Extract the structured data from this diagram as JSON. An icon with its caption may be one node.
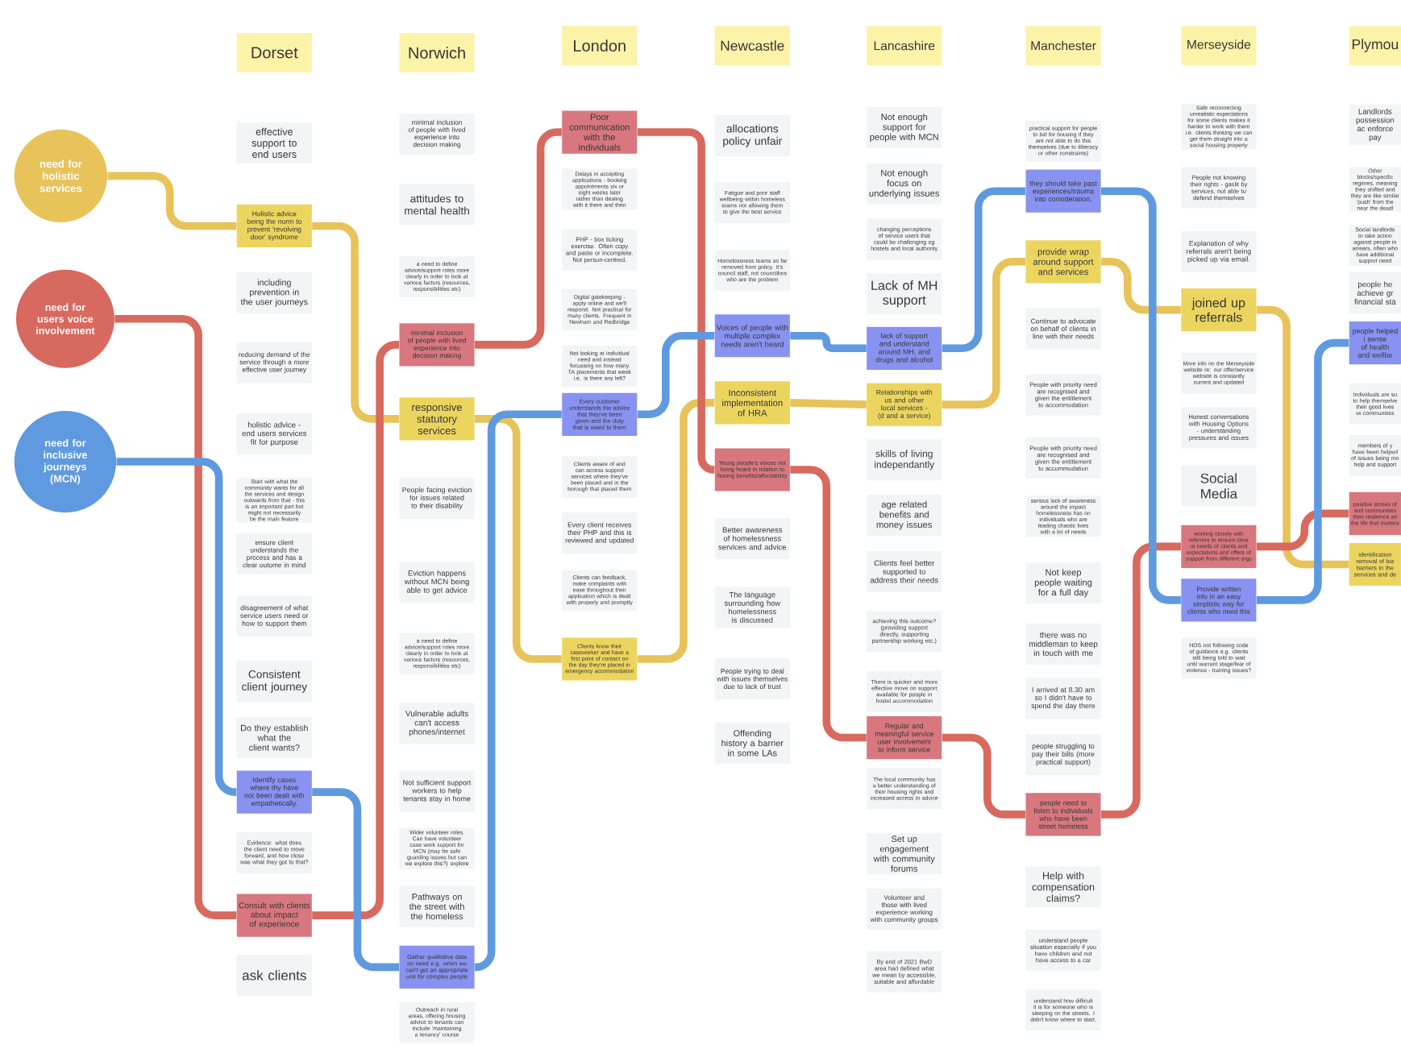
{
  "diagram": {
    "nodes": [
      {
        "text": [
          "need for holistic services"
        ]
      },
      {
        "text": [
          "need for users voice involvement"
        ]
      },
      {
        "text": [
          "need for inclusive journeys (MCN)"
        ]
      },
      {
        "text": [
          "Dorset"
        ]
      },
      {
        "text": [
          "effective support to end users"
        ]
      },
      {
        "text": [
          "Holistic advice being the norm to prevent 'revolving door' syndrome"
        ]
      },
      {
        "text": [
          "including prevention in the user journeys"
        ]
      },
      {
        "text": [
          "reducing demand of the service through a more effective user journey"
        ]
      },
      {
        "text": [
          "holistic advice - end users services fit for purpose"
        ]
      },
      {
        "text": [
          "Start with what the community wants for all the services and design outwards from that - this is an important part but might not necessarily be the main feature"
        ]
      },
      {
        "text": [
          "ensure client understands the process and has a clear outome in mind"
        ]
      },
      {
        "text": [
          "disagreement of what service users need or how to support them"
        ]
      },
      {
        "text": [
          "Consistent client journey"
        ]
      },
      {
        "text": [
          "Do they establish what the client wants?"
        ]
      },
      {
        "text": [
          "Identify cases where thy have not been dealt with empathetically."
        ]
      },
      {
        "text": [
          "Evidence: what does the client need to move forward, and how close was what they got to that?"
        ]
      },
      {
        "text": [
          "Consult with clients about impact of experience"
        ]
      },
      {
        "text": [
          "ask clients"
        ]
      },
      {
        "text": [
          "Norwich"
        ]
      },
      {
        "text": [
          "minimal inclusion of people with lived experience into decision making"
        ]
      },
      {
        "text": [
          "attitudes to mental health"
        ]
      },
      {
        "text": [
          "a need to define advice/support roles more clearly in order to look at various factors (resources, responsibilities etc)"
        ]
      },
      {
        "text": [
          "minimal inclusion of people with lived experience into decision making"
        ]
      },
      {
        "text": [
          "responsive statutory services"
        ]
      },
      {
        "text": [
          "People facing eviction for issues related to their disability"
        ]
      },
      {
        "text": [
          "Eviction happens without MCN being able to get advice"
        ]
      },
      {
        "text": [
          "a need to define advice/support roles more clearly in order to look at various factors (resources, responsibilities etc)"
        ]
      },
      {
        "text": [
          "Vulnerable adults can't access phones/internet"
        ]
      },
      {
        "text": [
          "Not sufficient support workers to help tenants stay in home"
        ]
      },
      {
        "text": [
          "Wider volunteer roles. Can have volunteer case work support for MCN (may be safe guarding issues but can we explore this?) explore"
        ]
      },
      {
        "text": [
          "Pathways on the street with the homeless"
        ]
      },
      {
        "text": [
          "Gather qualitative data on need e.g. when we can't get an appropriate unit for complex people"
        ]
      },
      {
        "text": [
          "Outreach in rural areas, offering housing advice to tenants can include 'maintaining a tenancy' course"
        ]
      },
      {
        "text": [
          "London"
        ]
      },
      {
        "text": [
          "Poor communication with the individuals"
        ]
      },
      {
        "text": [
          "Delays in accepting applications - booking appointments six or eight weeks later rather than dealing with it there and then"
        ]
      },
      {
        "text": [
          "PHP - box ticking exercise. Often copy and paste or incomplete. Not person-centred."
        ]
      },
      {
        "text": [
          "Digital gatekeeping - apply online and we'll respond. Not practical for many clients. Frequent in Newham and Redbridge"
        ]
      },
      {
        "text": [
          "Not looking at individual need and instead focussing on how many TA placements that week i.e. is there any left?"
        ]
      },
      {
        "text": [
          "Every customer understands the advice that they've been given and the duty that is owed to them"
        ]
      },
      {
        "text": [
          "Clients aware of and can access support services where they've been placed and in the borough that placed them"
        ]
      },
      {
        "text": [
          "Every client receives their PHP and this is reviewed and updated"
        ]
      },
      {
        "text": [
          "Clients can feedback, make complaints with ease throughout their application which is dealt with properly and promptly"
        ]
      },
      {
        "text": [
          "Clients know their caseworker and have a first point of contact on the day they're placed in emergency accommodation"
        ]
      },
      {
        "text": [
          "Newcastle"
        ]
      },
      {
        "text": [
          "allocations policy unfair"
        ]
      },
      {
        "text": [
          "Fatigue and poor staff wellbeing within homeless teams not allowing them to give the best service"
        ]
      },
      {
        "text": [
          "Homelessness teams so far removed from policy. It's council staff, not councillors who are the problem"
        ]
      },
      {
        "text": [
          "Voices of people with multiple complex needs aren't heard"
        ]
      },
      {
        "text": [
          "Inconsistent implementation of HRA"
        ]
      },
      {
        "text": [
          "Young people's voices not being heard in relation to husing benefits/affordability"
        ]
      },
      {
        "text": [
          "Better awareness of homelessness services and advice"
        ]
      },
      {
        "text": [
          "The language surrounding how homelessness is discussed"
        ]
      },
      {
        "text": [
          "People trying to deal with issues themselves due to lack of trust"
        ]
      },
      {
        "text": [
          "Offending history a barrier in some LAs"
        ]
      },
      {
        "text": [
          "Lancashire"
        ]
      },
      {
        "text": [
          "Not enough support for people with MCN"
        ]
      },
      {
        "text": [
          "Not enough focus on underlying issues"
        ]
      },
      {
        "text": [
          "changing perceptions of service users that could be challenging eg hostels and local authority"
        ]
      },
      {
        "text": [
          "Lack of MH support"
        ]
      },
      {
        "text": [
          "lack of support and understand around MH, and drugs and alcohol"
        ]
      },
      {
        "text": [
          "Relationships with us and other local services - (d and a service)"
        ]
      },
      {
        "text": [
          "skills of living independantly"
        ]
      },
      {
        "text": [
          "age related benefits and money issues"
        ]
      },
      {
        "text": [
          "Clients feel better supported to address their needs"
        ]
      },
      {
        "text": [
          "achieving this outcome? (providing support directly, supporting partnership working etc.)"
        ]
      },
      {
        "text": [
          "There is quicker and more effective move on support available for people in hostel accommodation"
        ]
      },
      {
        "text": [
          "Regular and meaningful service user involvement to inform service"
        ]
      },
      {
        "text": [
          "The local community has a better understanding of their housing rights and increased access to advice"
        ]
      },
      {
        "text": [
          "Set up engagement with community forums"
        ]
      },
      {
        "text": [
          "Volunteer and those with lived experience working with community groups"
        ]
      },
      {
        "text": [
          "By end of 2021 BwD area had defined what we mean by accessible, suitable and affordable"
        ]
      },
      {
        "text": [
          "Manchester"
        ]
      },
      {
        "text": [
          "practical support for people to bid for housing if they are not able to do this themselves (due to illiteracy or other constraints)"
        ]
      },
      {
        "text": [
          "they should take past experiences/trauma into consideration."
        ]
      },
      {
        "text": [
          "provide wrap around support and services"
        ]
      },
      {
        "text": [
          "Continue to advocate on behalf of clients in line with their needs"
        ]
      },
      {
        "text": [
          "People with priority need are recognised and given the entitlement to accommodation"
        ]
      },
      {
        "text": [
          "People with priority need are recognised and given the entitlement to accommodation"
        ]
      },
      {
        "text": [
          "serious lack of awareness around the impact homelessness has on individuals who are leading chaotic lives with a lot of needs"
        ]
      },
      {
        "text": [
          "Not keep people waiting for a full day"
        ]
      },
      {
        "text": [
          "there was no middleman to keep in touch with me"
        ]
      },
      {
        "text": [
          "I arrived at 8.30 am so I didn't have to spend the day there"
        ]
      },
      {
        "text": [
          "people struggling to pay their bills (more practical support)"
        ]
      },
      {
        "text": [
          "people need to listen to individuals who have been street homeless"
        ]
      },
      {
        "text": [
          "Help with compensation claims?"
        ]
      },
      {
        "text": [
          "understand people situation especially if you have children and not have access to a car"
        ]
      },
      {
        "text": [
          "understand how difficult it is for someone who is sleeping on the streets. I didn't know where to start."
        ]
      },
      {
        "text": [
          "Merseyside"
        ]
      },
      {
        "text": [
          "Safe reconnecting unrealistic expectations for some clients makes it harder to work with them i.e. clients thinking we can get them straight into a social housing property"
        ]
      },
      {
        "text": [
          "People not knowing their rights - gaslit by services, not able to defend themselves"
        ]
      },
      {
        "text": [
          "Explanation of why referrals aren't being picked up via email."
        ]
      },
      {
        "text": [
          "joined up referrals"
        ]
      },
      {
        "text": [
          "More info on the Merseyside website re: our offer/service website is constantly current and updated"
        ]
      },
      {
        "text": [
          "Honest conversations with Housing Options - understanding pressures and issues"
        ]
      },
      {
        "text": [
          "Social Media"
        ]
      },
      {
        "text": [
          "working closely with referrers to ensure clear re needs of clients and expectations and offers of support from different orgs"
        ]
      },
      {
        "text": [
          "Provide written info in an easy simplistic way for clients who need this"
        ]
      },
      {
        "text": [
          "HOS not following code of guidance e.g. clients still being told to wait until warrant stage/fear of violence - training issues?"
        ]
      },
      {
        "text": [
          "Plymou"
        ]
      },
      {
        "text": [
          "Landlords possession ac enforce pay"
        ]
      },
      {
        "text": [
          "Other blocks/specific regimes, meaning they shifted and they are like similar 'push' from the near the deadl"
        ]
      },
      {
        "text": [
          "Social landlords to take action against people in arrears, often who have additional support need"
        ]
      },
      {
        "text": [
          "people he achieve gr financial sta"
        ]
      },
      {
        "text": [
          "people helped i sense of health and wellbe"
        ]
      },
      {
        "text": [
          "Individuals are su to help themselve their good lives wi communities"
        ]
      },
      {
        "text": [
          "members of y have been helped of issues being mo help and support"
        ]
      },
      {
        "text": [
          "positive stories of and communities their resilience an the life that matters"
        ]
      },
      {
        "text": [
          "identification removal of bia barriers in the services and de"
        ]
      }
    ],
    "edges": [
      {
        "from": 0,
        "to": 5,
        "arrow": "none",
        "color": "#e8c35a"
      },
      {
        "from": 5,
        "to": 23,
        "arrow": "none",
        "color": "#e8c35a"
      },
      {
        "from": 23,
        "to": 43,
        "arrow": "none",
        "color": "#e8c35a"
      },
      {
        "from": 43,
        "to": 49,
        "arrow": "none",
        "color": "#e8c35a"
      },
      {
        "from": 49,
        "to": 61,
        "arrow": "none",
        "color": "#e8c35a"
      },
      {
        "from": 61,
        "to": 75,
        "arrow": "none",
        "color": "#e8c35a"
      },
      {
        "from": 75,
        "to": 92,
        "arrow": "none",
        "color": "#e8c35a"
      },
      {
        "from": 92,
        "to": 108,
        "arrow": "none",
        "color": "#e8c35a"
      },
      {
        "from": 1,
        "to": 16,
        "arrow": "none",
        "color": "#d8695f"
      },
      {
        "from": 16,
        "to": 22,
        "arrow": "none",
        "color": "#d8695f"
      },
      {
        "from": 22,
        "to": 34,
        "arrow": "none",
        "color": "#d8695f"
      },
      {
        "from": 34,
        "to": 50,
        "arrow": "none",
        "color": "#d8695f"
      },
      {
        "from": 50,
        "to": 67,
        "arrow": "none",
        "color": "#d8695f"
      },
      {
        "from": 67,
        "to": 84,
        "arrow": "none",
        "color": "#d8695f"
      },
      {
        "from": 84,
        "to": 96,
        "arrow": "none",
        "color": "#d8695f"
      },
      {
        "from": 96,
        "to": 107,
        "arrow": "none",
        "color": "#d8695f"
      },
      {
        "from": 2,
        "to": 14,
        "arrow": "none",
        "color": "#5f9ae0"
      },
      {
        "from": 14,
        "to": 31,
        "arrow": "none",
        "color": "#5f9ae0"
      },
      {
        "from": 31,
        "to": 39,
        "arrow": "none",
        "color": "#5f9ae0"
      },
      {
        "from": 39,
        "to": 48,
        "arrow": "none",
        "color": "#5f9ae0"
      },
      {
        "from": 48,
        "to": 60,
        "arrow": "none",
        "color": "#5f9ae0"
      },
      {
        "from": 60,
        "to": 74,
        "arrow": "none",
        "color": "#5f9ae0"
      },
      {
        "from": 74,
        "to": 97,
        "arrow": "none",
        "color": "#5f9ae0"
      },
      {
        "from": 97,
        "to": 104,
        "arrow": "none",
        "color": "#5f9ae0"
      }
    ]
  }
}
